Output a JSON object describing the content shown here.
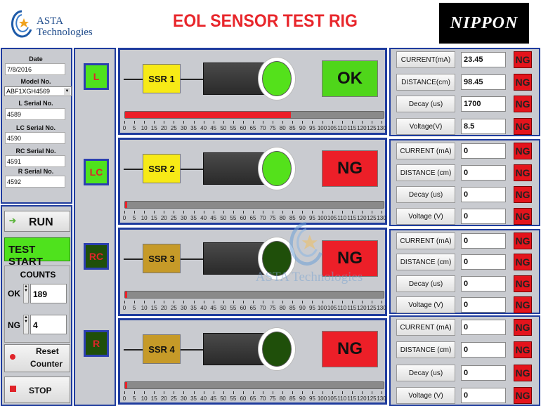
{
  "header": {
    "logo_line1": "ASTA",
    "logo_line2": "Technologies",
    "title": "EOL SENSOR TEST RIG",
    "brand": "NIPPON"
  },
  "info": {
    "date_label": "Date",
    "date_value": "7/8/2016",
    "model_label": "Model No.",
    "model_value": "ABF1XGH4569",
    "l_serial_label": "L Serial No.",
    "l_serial_value": "4589",
    "lc_serial_label": "LC Serial No.",
    "lc_serial_value": "4590",
    "rc_serial_label": "RC Serial No.",
    "rc_serial_value": "4591",
    "r_serial_label": "R Serial No.",
    "r_serial_value": "4592"
  },
  "controls": {
    "run_label": "RUN",
    "test_start_label": "TEST START",
    "counts_label": "COUNTS",
    "ok_label": "OK",
    "ok_value": "189",
    "ng_label": "NG",
    "ng_value": "4",
    "reset_line1": "Reset",
    "reset_line2": "Counter",
    "stop_label": "STOP"
  },
  "leds": [
    "L",
    "LC",
    "RC",
    "R"
  ],
  "rows": [
    {
      "ssr": "SSR 1",
      "result": "OK",
      "progress": 0.64,
      "lamp_on": true,
      "led_on": true,
      "ssr_bright": true
    },
    {
      "ssr": "SSR 2",
      "result": "NG",
      "progress": 0.0,
      "lamp_on": true,
      "led_on": true,
      "ssr_bright": true
    },
    {
      "ssr": "SSR 3",
      "result": "NG",
      "progress": 0.0,
      "lamp_on": false,
      "led_on": false,
      "ssr_bright": false
    },
    {
      "ssr": "SSR 4",
      "result": "NG",
      "progress": 0.0,
      "lamp_on": false,
      "led_on": false,
      "ssr_bright": false
    }
  ],
  "scale_ticks": [
    "0",
    "5",
    "10",
    "15",
    "20",
    "25",
    "30",
    "35",
    "40",
    "45",
    "50",
    "55",
    "60",
    "65",
    "70",
    "75",
    "80",
    "85",
    "90",
    "95",
    "100",
    "105",
    "110",
    "115",
    "120",
    "125",
    "130"
  ],
  "measurements": [
    {
      "labels": [
        "CURRENT(mA)",
        "DISTANCE(cm)",
        "Decay (us)",
        "Voltage(V)"
      ],
      "values": [
        "23.45",
        "98.45",
        "1700",
        "8.5"
      ],
      "status": [
        "NG",
        "NG",
        "NG",
        "NG"
      ]
    },
    {
      "labels": [
        "CURRENT (mA)",
        "DISTANCE (cm)",
        "Decay (us)",
        "Voltage (V)"
      ],
      "values": [
        "0",
        "0",
        "0",
        "0"
      ],
      "status": [
        "NG",
        "NG",
        "NG",
        "NG"
      ]
    },
    {
      "labels": [
        "CURRENT (mA)",
        "DISTANCE (cm)",
        "Decay (us)",
        "Voltage (V)"
      ],
      "values": [
        "0",
        "0",
        "0",
        "0"
      ],
      "status": [
        "NG",
        "NG",
        "NG",
        "NG"
      ]
    },
    {
      "labels": [
        "CURRENT (mA)",
        "DISTANCE (cm)",
        "Decay (us)",
        "Voltage (V)"
      ],
      "values": [
        "0",
        "0",
        "0",
        "0"
      ],
      "status": [
        "NG",
        "NG",
        "NG",
        "NG"
      ]
    }
  ],
  "watermark": "ASTA Technologies",
  "colors": {
    "accent_blue": "#1f3c9e",
    "ok_green": "#54e11b",
    "ng_red": "#e4141c",
    "panel_gray": "#c9cbd0"
  }
}
